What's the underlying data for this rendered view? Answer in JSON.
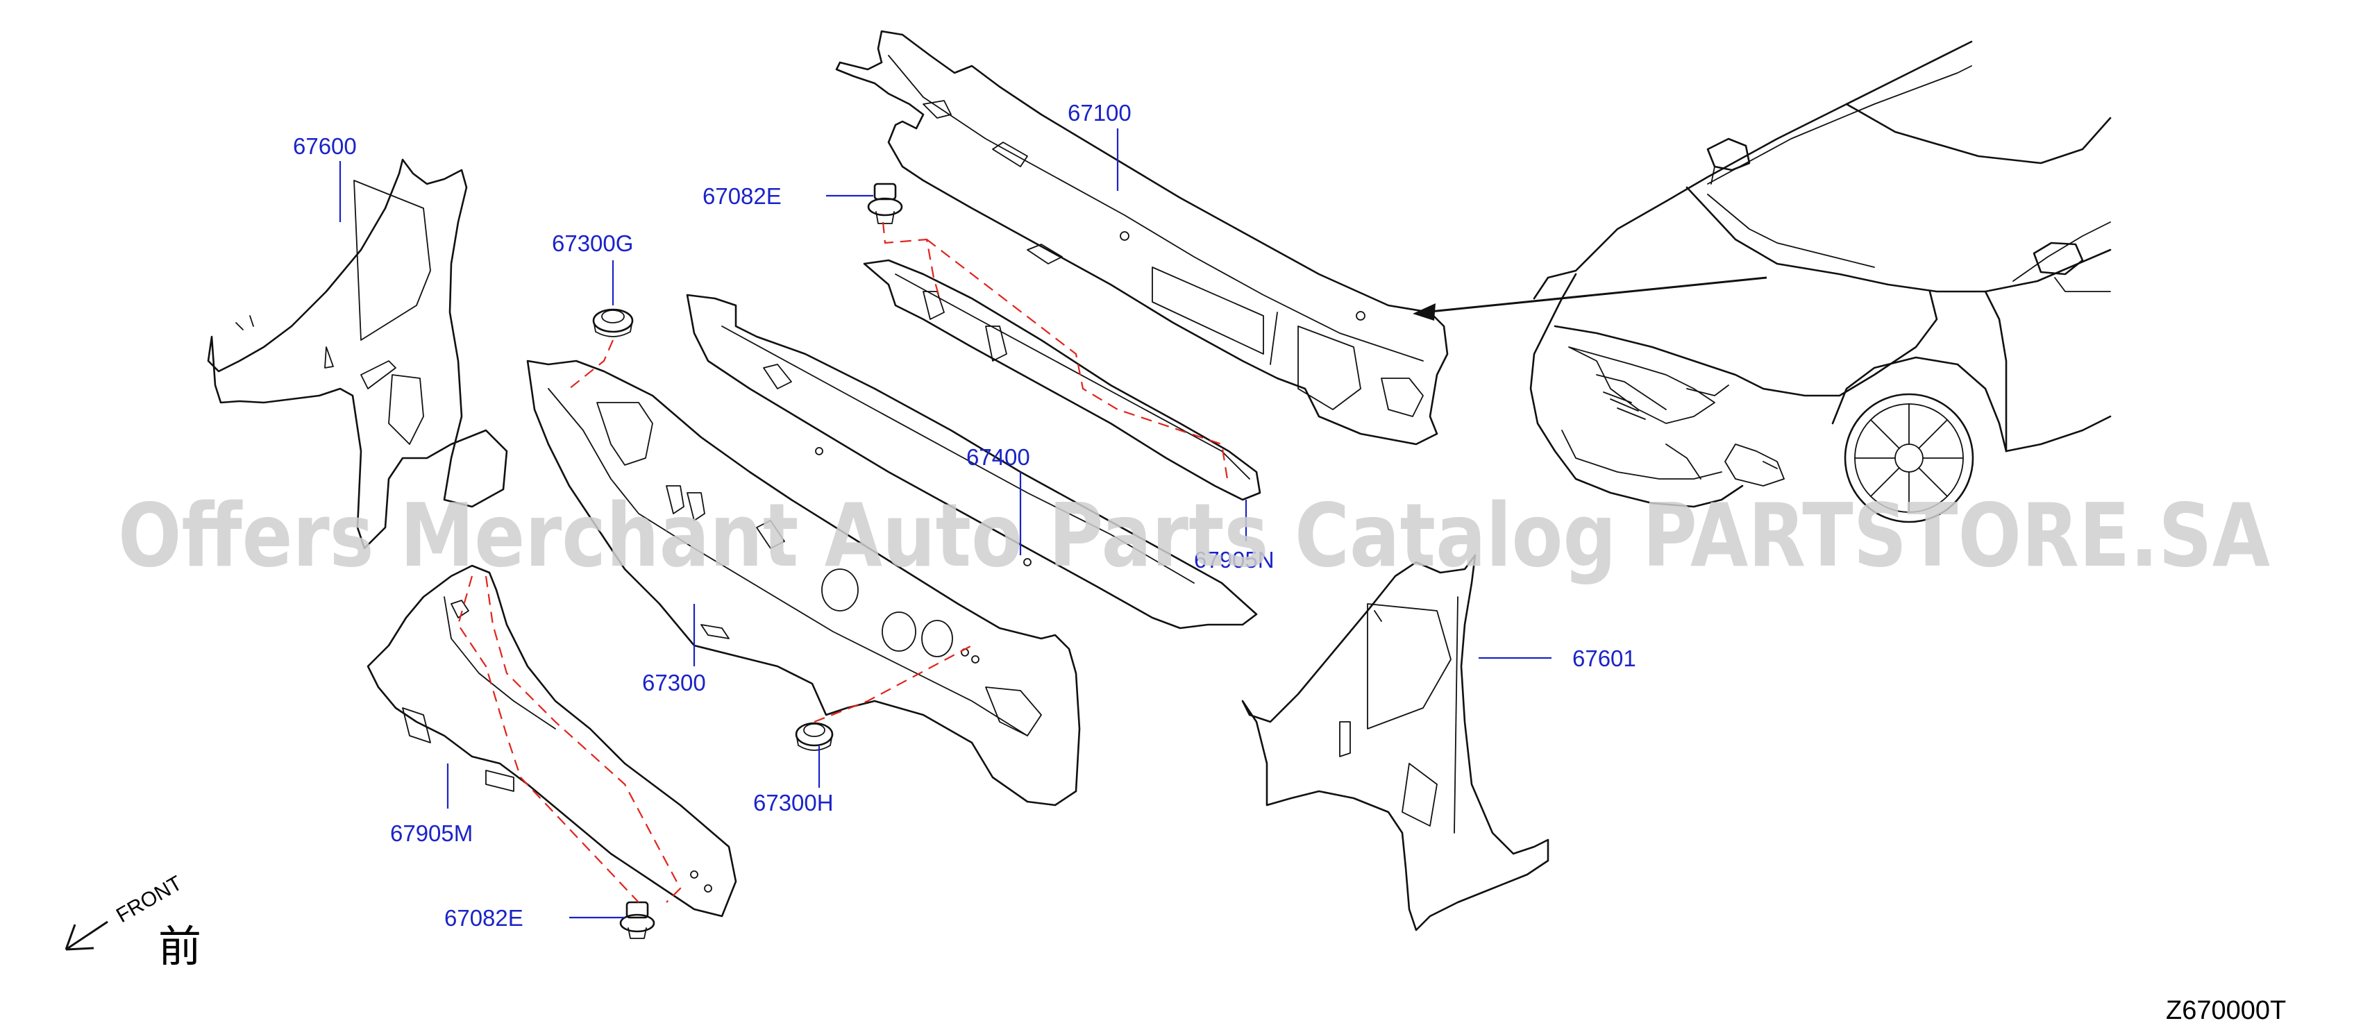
{
  "diagram": {
    "parts": [
      {
        "id": "p67600",
        "label": "67600"
      },
      {
        "id": "p67300G",
        "label": "67300G"
      },
      {
        "id": "p67082E_top",
        "label": "67082E"
      },
      {
        "id": "p67100",
        "label": "67100"
      },
      {
        "id": "p67400",
        "label": "67400"
      },
      {
        "id": "p67905N",
        "label": "67905N"
      },
      {
        "id": "p67300",
        "label": "67300"
      },
      {
        "id": "p67601",
        "label": "67601"
      },
      {
        "id": "p67905M",
        "label": "67905M"
      },
      {
        "id": "p67300H",
        "label": "67300H"
      },
      {
        "id": "p67082E_bottom",
        "label": "67082E"
      }
    ],
    "front_indicator": {
      "text": "FRONT",
      "kanji": "前"
    },
    "reference_code": "Z670000T",
    "watermark": "Offers Merchant Auto Parts Catalog PARTSTORE.SA"
  }
}
